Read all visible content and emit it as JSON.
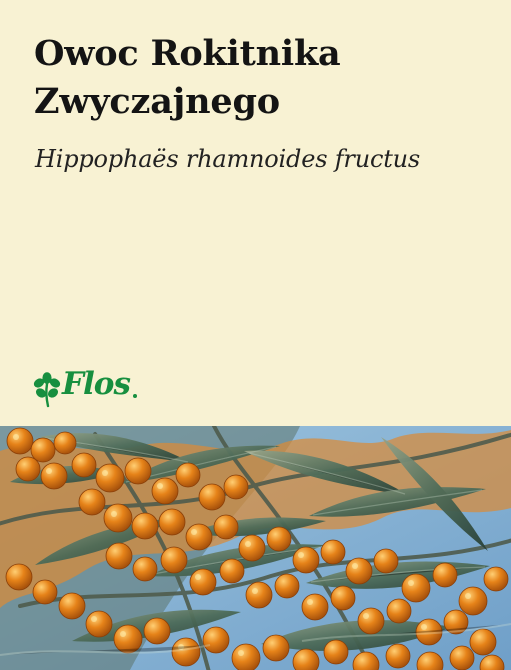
{
  "product": {
    "title_line_1": "Owoc Rokitnika",
    "title_line_2": "Zwyczajnego",
    "latin_name": "Hippophaës rhamnoides fructus"
  },
  "brand": {
    "name": "Flos",
    "icon": "leaf-cluster-icon"
  },
  "colors": {
    "package_background": "#f8f2d3",
    "brand_green": "#178f3f",
    "berry_orange": "#e68319",
    "sky_blue": "#8db8da"
  }
}
